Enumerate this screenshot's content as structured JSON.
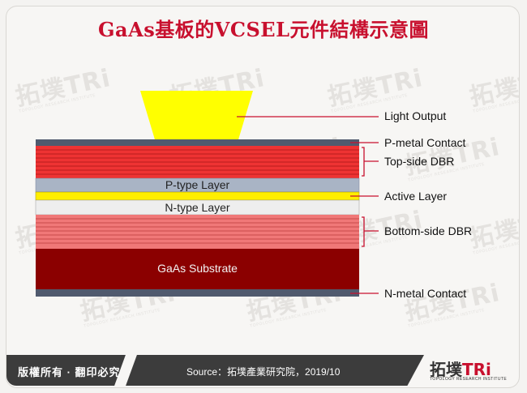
{
  "title": "GaAs基板的VCSEL元件結構示意圖",
  "watermark": {
    "text": "拓墣TRi",
    "sub": "TOPOLOGY RESEARCH INSTITUTE"
  },
  "layers": {
    "p_type": "P-type Layer",
    "n_type": "N-type Layer",
    "substrate": "GaAs Substrate"
  },
  "callouts": {
    "light_output": "Light Output",
    "p_metal": "P-metal Contact",
    "top_dbr": "Top-side DBR",
    "active": "Active Layer",
    "bottom_dbr": "Bottom-side DBR",
    "n_metal": "N-metal Contact"
  },
  "footer": {
    "rights": "版權所有 · 翻印必究",
    "source": "Source：拓墣產業研究院，2019/10"
  },
  "logo": {
    "main": "拓墣TRi",
    "brand_cn": "拓墣",
    "brand_en": "TRi",
    "sub": "TOPOLOGY RESEARCH INSTITUTE"
  },
  "colors": {
    "title": "#c8102e",
    "metal": "#505a6e",
    "top_dbr": "#ee3333",
    "bottom_dbr": "#f07878",
    "p_type": "#a9b4c5",
    "n_type": "#eeeeee",
    "active": "#ffee00",
    "light": "#ffff00",
    "substrate": "#8b0000",
    "callout_line": "#c8102e"
  }
}
